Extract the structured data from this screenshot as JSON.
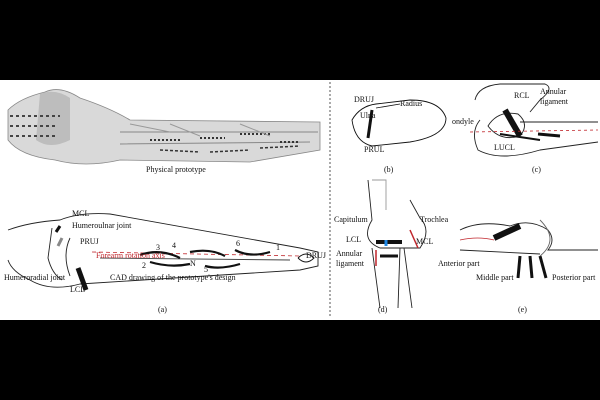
{
  "panel_a": {
    "photo_caption": "Physical prototype",
    "cad_caption": "CAD drawing of the prototype's design",
    "label": "(a)",
    "labels": {
      "mcl": "MCL",
      "humeroulnar": "Humeroulnar joint",
      "pruj": "PRUJ",
      "axis": "Forearm rotation axis",
      "druj": "DRUJ",
      "humeroradial": "Humeroradial joint",
      "lcl": "LCL",
      "n1": "1",
      "n2": "2",
      "n3": "3",
      "n4": "4",
      "n5": "5",
      "n6": "6",
      "n": "N"
    }
  },
  "panel_b": {
    "label": "(b)",
    "labels": {
      "druj": "DRUJ",
      "radius": "Radius",
      "ulna": "Ulna",
      "prul": "PRUL"
    }
  },
  "panel_c": {
    "label": "(c)",
    "labels": {
      "rcl": "RCL",
      "annular": "Annular",
      "ligament": "ligament",
      "condyle": "ondyle",
      "lucl": "LUCL"
    }
  },
  "panel_d": {
    "label": "(d)",
    "labels": {
      "capitulum": "Capitulum",
      "trochlea": "Trochlea",
      "lcl": "LCL",
      "mcl": "MCL",
      "annular": "Annular",
      "ligament": "ligament"
    }
  },
  "panel_e": {
    "label": "(e)",
    "labels": {
      "anterior": "Anterior part",
      "middle": "Middle part",
      "posterior": "Posterior part"
    }
  }
}
